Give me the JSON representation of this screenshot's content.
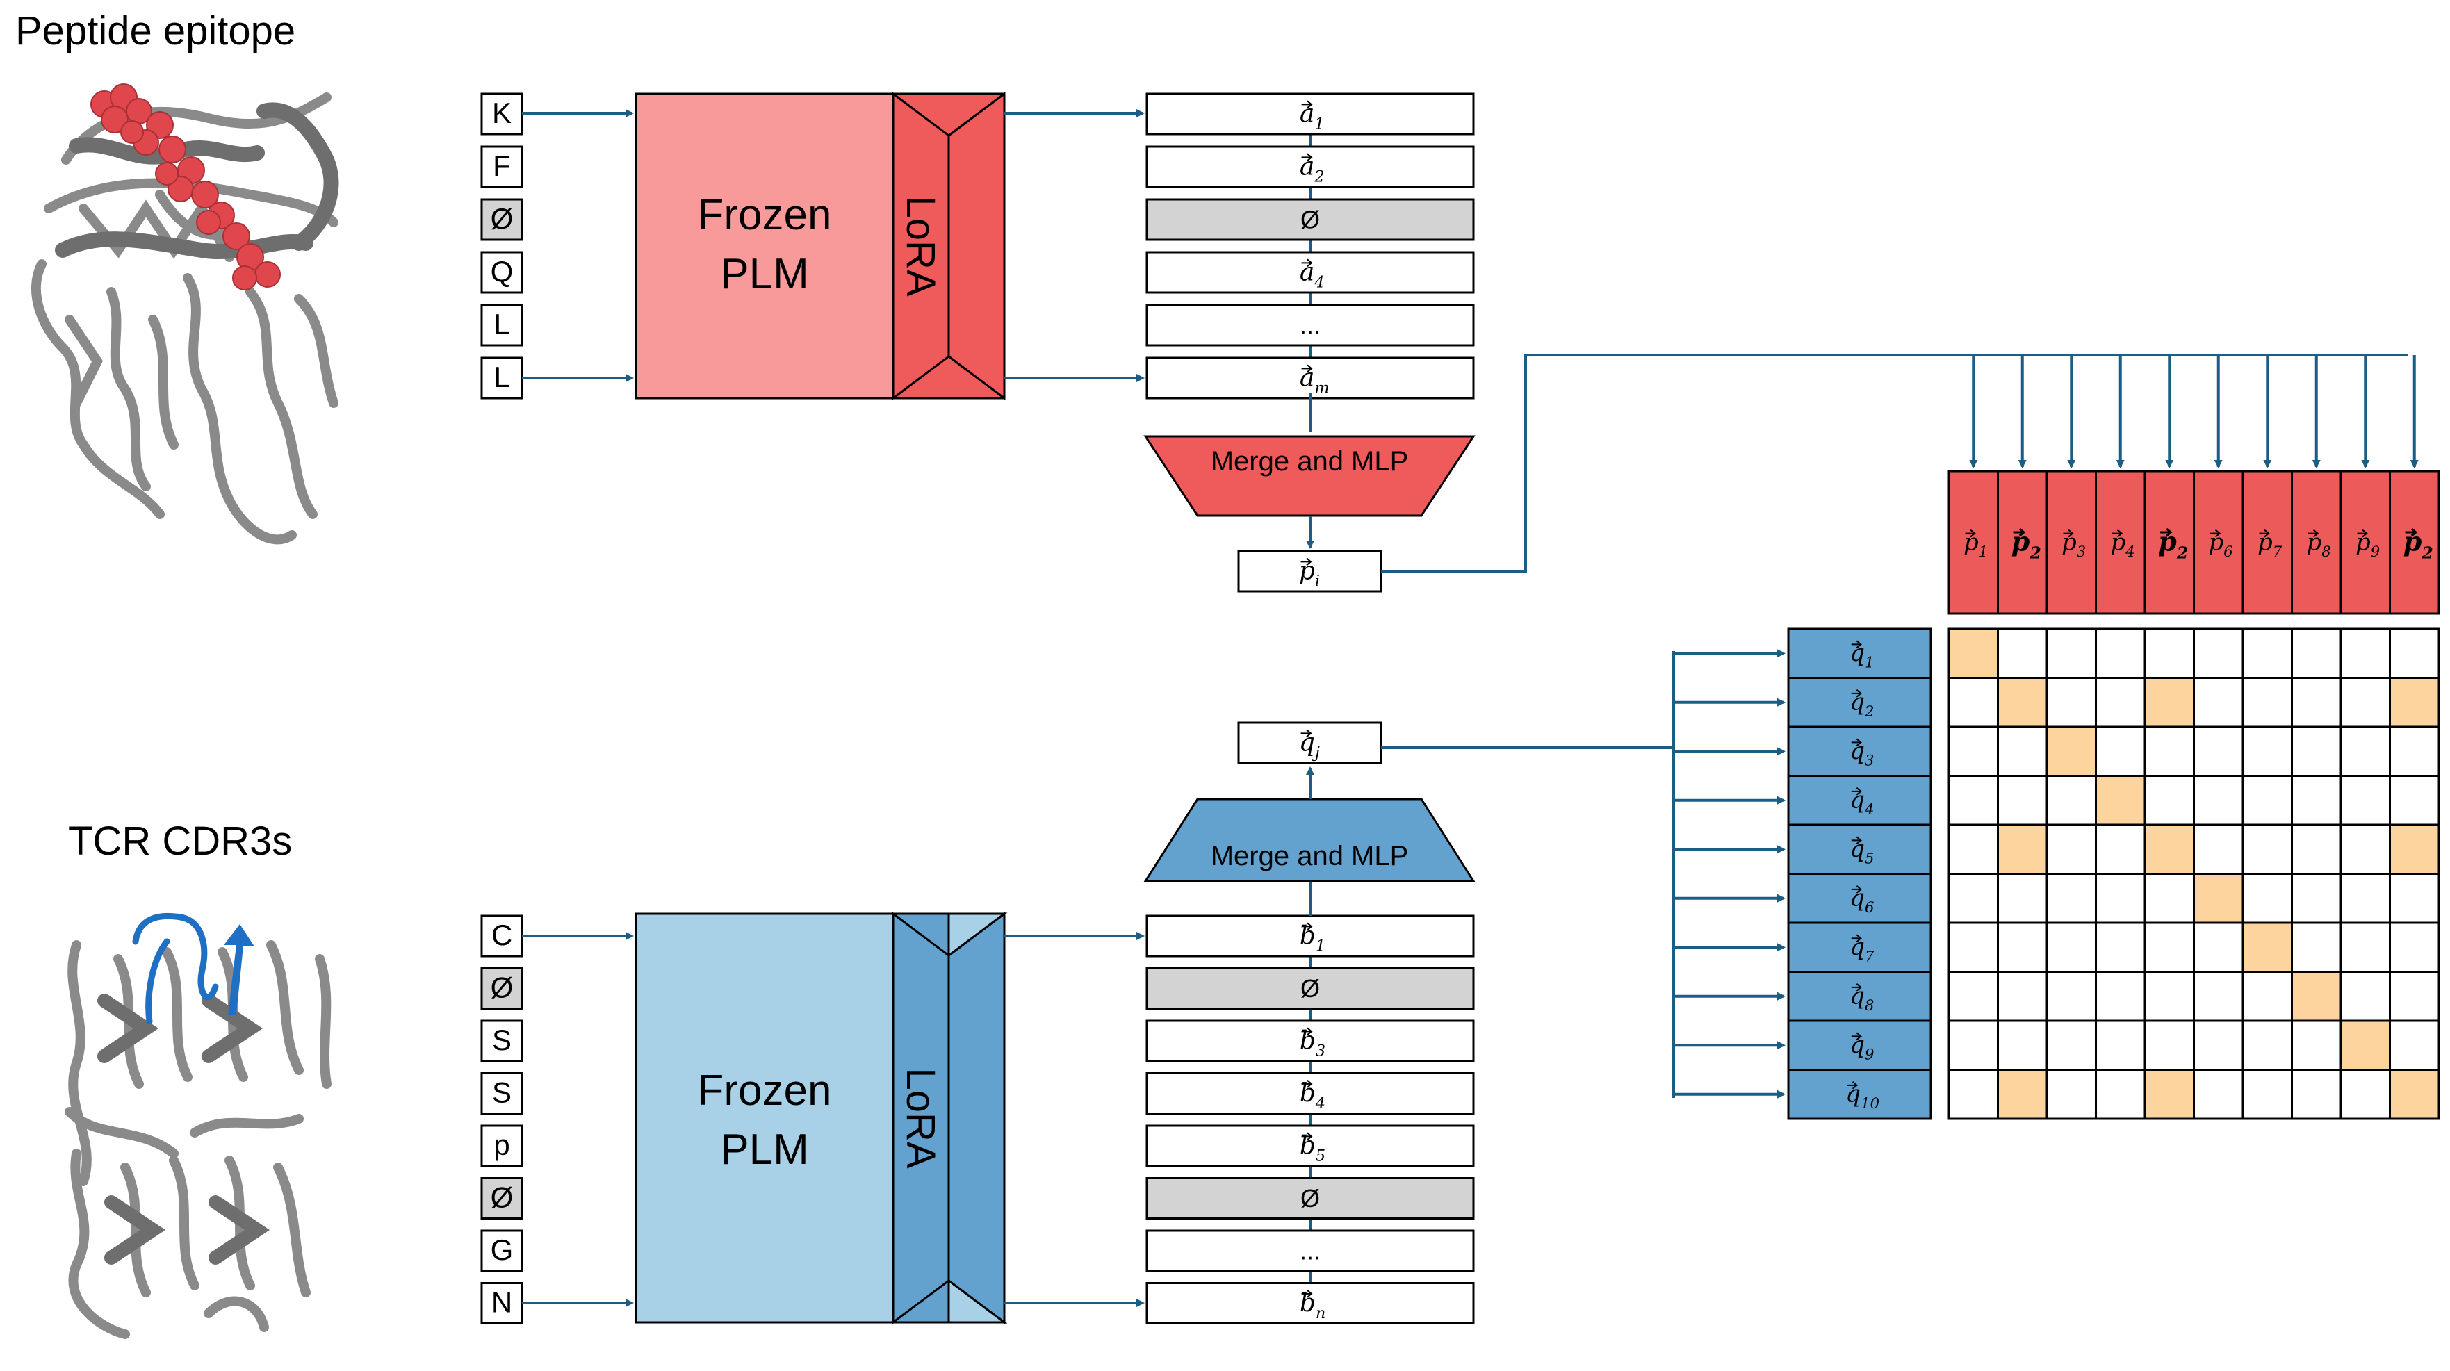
{
  "titles": {
    "peptide": "Peptide epitope",
    "tcr": "TCR CDR3s"
  },
  "peptide_branch": {
    "tokens": [
      "K",
      "F",
      "Ø",
      "Q",
      "L",
      "L"
    ],
    "masked_tokens": [
      2
    ],
    "frozen_label_line1": "Frozen",
    "frozen_label_line2": "PLM",
    "lora_label": "LoRA",
    "embeddings": [
      {
        "base": "a",
        "sub": "1"
      },
      {
        "base": "a",
        "sub": "2"
      },
      {
        "base": "",
        "sub": "",
        "text": "Ø",
        "masked": true
      },
      {
        "base": "a",
        "sub": "4"
      },
      {
        "base": "",
        "sub": "",
        "text": "..."
      },
      {
        "base": "a",
        "sub": "m"
      }
    ],
    "merge_label": "Merge and MLP",
    "output": {
      "base": "p",
      "sub": "i"
    }
  },
  "tcr_branch": {
    "tokens": [
      "C",
      "Ø",
      "S",
      "S",
      "p",
      "Ø",
      "G",
      "N"
    ],
    "masked_tokens": [
      1,
      5
    ],
    "frozen_label_line1": "Frozen",
    "frozen_label_line2": "PLM",
    "lora_label": "LoRA",
    "embeddings": [
      {
        "base": "b",
        "sub": "1"
      },
      {
        "base": "",
        "sub": "",
        "text": "Ø",
        "masked": true
      },
      {
        "base": "b",
        "sub": "3"
      },
      {
        "base": "b",
        "sub": "4"
      },
      {
        "base": "b",
        "sub": "5"
      },
      {
        "base": "",
        "sub": "",
        "text": "Ø",
        "masked": true
      },
      {
        "base": "",
        "sub": "",
        "text": "..."
      },
      {
        "base": "b",
        "sub": "n"
      }
    ],
    "merge_label": "Merge and MLP",
    "output": {
      "base": "q",
      "sub": "j"
    }
  },
  "matrix": {
    "columns": [
      {
        "base": "p",
        "sub": "1",
        "bold": false
      },
      {
        "base": "p",
        "sub": "2",
        "bold": true
      },
      {
        "base": "p",
        "sub": "3",
        "bold": false
      },
      {
        "base": "p",
        "sub": "4",
        "bold": false
      },
      {
        "base": "p",
        "sub": "2",
        "bold": true
      },
      {
        "base": "p",
        "sub": "6",
        "bold": false
      },
      {
        "base": "p",
        "sub": "7",
        "bold": false
      },
      {
        "base": "p",
        "sub": "8",
        "bold": false
      },
      {
        "base": "p",
        "sub": "9",
        "bold": false
      },
      {
        "base": "p",
        "sub": "2",
        "bold": true
      }
    ],
    "rows": [
      {
        "base": "q",
        "sub": "1"
      },
      {
        "base": "q",
        "sub": "2"
      },
      {
        "base": "q",
        "sub": "3"
      },
      {
        "base": "q",
        "sub": "4"
      },
      {
        "base": "q",
        "sub": "5"
      },
      {
        "base": "q",
        "sub": "6"
      },
      {
        "base": "q",
        "sub": "7"
      },
      {
        "base": "q",
        "sub": "8"
      },
      {
        "base": "q",
        "sub": "9"
      },
      {
        "base": "q",
        "sub": "10"
      }
    ],
    "positive_cells": [
      [
        0,
        0
      ],
      [
        1,
        1
      ],
      [
        1,
        4
      ],
      [
        1,
        9
      ],
      [
        2,
        2
      ],
      [
        3,
        3
      ],
      [
        4,
        1
      ],
      [
        4,
        4
      ],
      [
        4,
        9
      ],
      [
        5,
        5
      ],
      [
        6,
        6
      ],
      [
        7,
        7
      ],
      [
        8,
        8
      ],
      [
        9,
        1
      ],
      [
        9,
        4
      ],
      [
        9,
        9
      ]
    ]
  },
  "colors": {
    "peptide_frozen": "#f99a9a",
    "peptide_lora": "#ef5a5a",
    "peptide_lora_light": "#f7a3a3",
    "peptide_header": "#ed5a5a",
    "tcr_frozen": "#a8d0e6",
    "tcr_lora": "#63a2cf",
    "tcr_lora_light": "#a8d0e6",
    "tcr_header": "#63a2cf",
    "masked_fill": "#d3d3d3",
    "positive_cell": "#fdd49e",
    "arrow": "#1c5d84",
    "protein_gray": "#8a8a8a",
    "peptide_spheres": "#e0474c",
    "cdr3_blue": "#1f6fc4"
  }
}
